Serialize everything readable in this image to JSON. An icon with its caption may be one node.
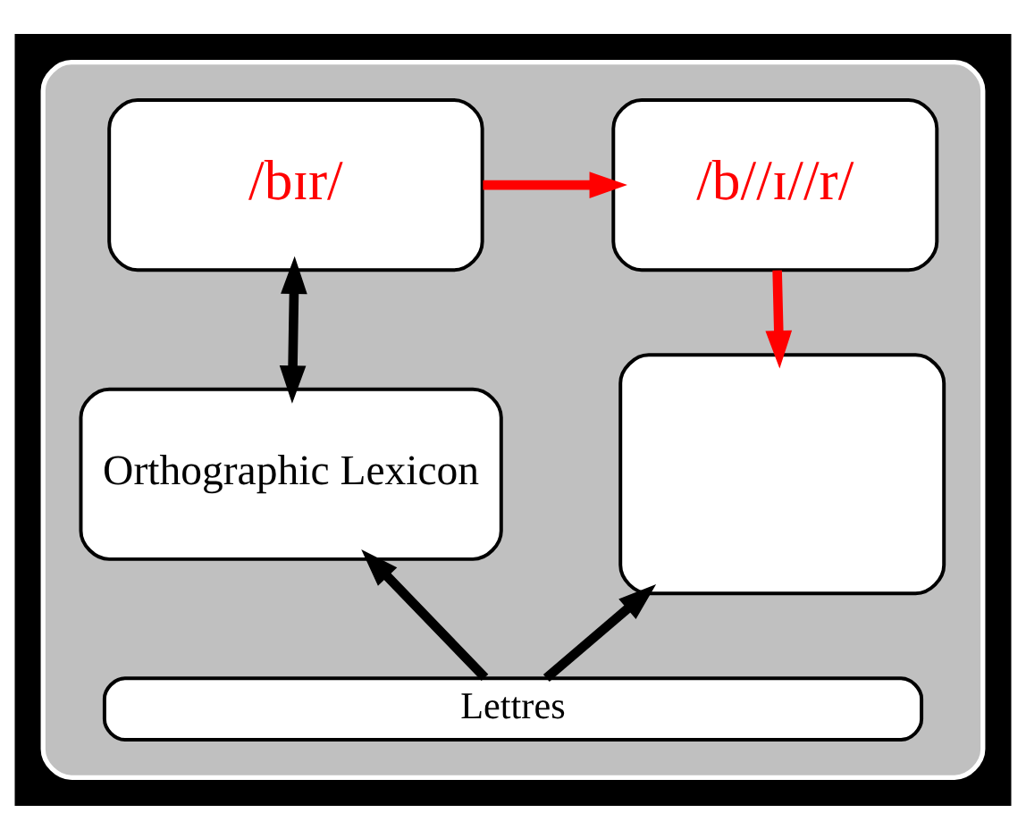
{
  "diagram": {
    "nodes": [
      {
        "text": [],
        "shape": "box"
      },
      {
        "text": [
          "/bɪr/"
        ],
        "in": 0
      },
      {
        "text": [
          "/b//ɪ//r/"
        ],
        "in": 0
      },
      {
        "text": [
          "Orthographic Lexicon"
        ],
        "in": 0
      },
      {
        "text": [],
        "shape": "box",
        "in": 0
      },
      {
        "text": [
          "Lettres"
        ],
        "in": 0
      }
    ],
    "edges": [
      {
        "from": 1,
        "to": 2,
        "arrow": "to",
        "color": "#ff0000"
      },
      {
        "from": 2,
        "to": 4,
        "arrow": "to",
        "color": "#ff0000"
      },
      {
        "from": 1,
        "to": 3,
        "arrow": "both"
      },
      {
        "from": 5,
        "to": 3,
        "arrow": "to"
      },
      {
        "from": 5,
        "to": 4,
        "arrow": "to"
      }
    ]
  }
}
